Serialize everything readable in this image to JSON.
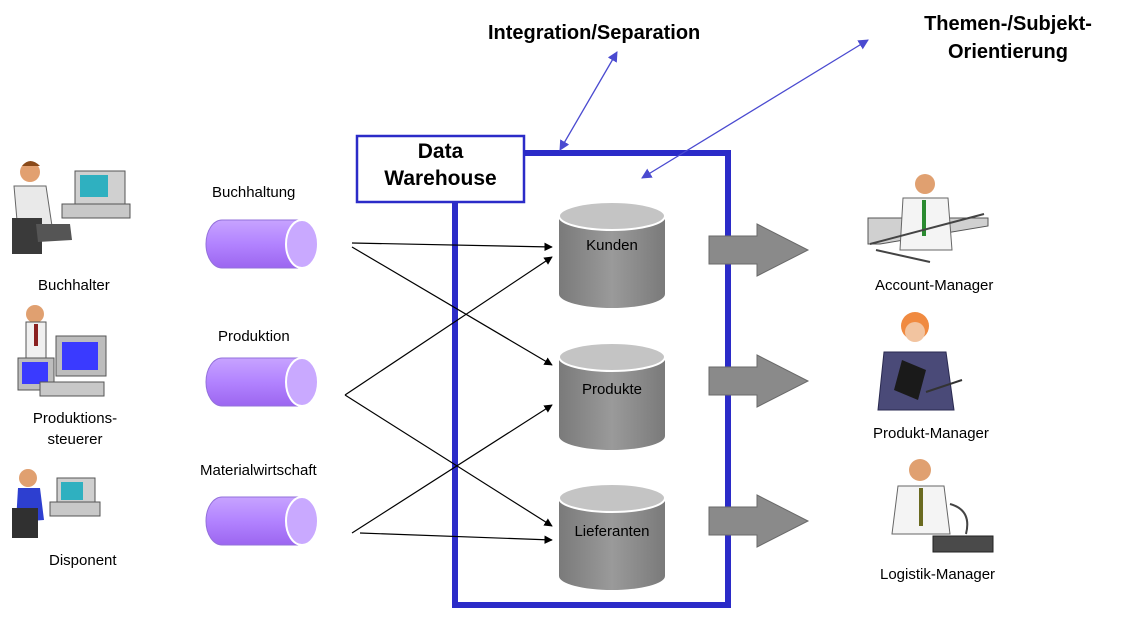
{
  "headers": {
    "integration": "Integration/Separation",
    "themen_line1": "Themen-/Subjekt-",
    "themen_line2": "Orientierung"
  },
  "warehouse": {
    "line1": "Data",
    "line2": "Warehouse"
  },
  "roles_left": {
    "buchhalter": "Buchhalter",
    "produktions_line1": "Produktions-",
    "produktions_line2": "steuerer",
    "disponent": "Disponent"
  },
  "sources": {
    "buchhaltung": "Buchhaltung",
    "produktion": "Produktion",
    "materialwirtschaft": "Materialwirtschaft"
  },
  "stores": {
    "kunden": "Kunden",
    "produkte": "Produkte",
    "lieferanten": "Lieferanten"
  },
  "roles_right": {
    "account": "Account-Manager",
    "produkt": "Produkt-Manager",
    "logistik": "Logistik-Manager"
  },
  "colors": {
    "warehouse_border": "#2b2bc8",
    "cylinder_purple": "#b283ff",
    "store_gray": "#8c8c8c",
    "arrow_blue": "#4a4ad0",
    "big_arrow_gray": "#8a8a8a"
  }
}
